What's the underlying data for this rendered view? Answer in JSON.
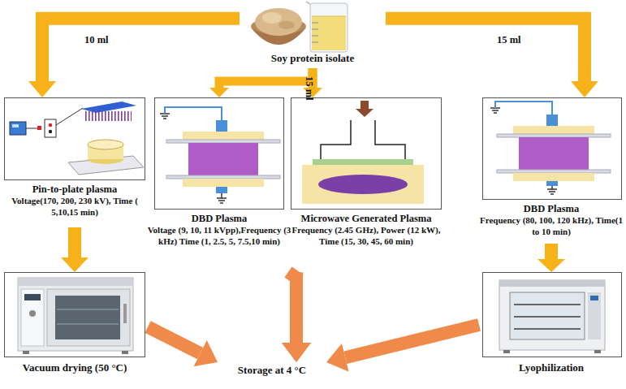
{
  "diagram": {
    "nodes": [
      {
        "text": [
          "Soy protein isolate"
        ]
      },
      {
        "text": [
          "Pin-to-plate plasma",
          "Voltage(170, 200, 230 kV), Time ( 5,10,15 min)"
        ]
      },
      {
        "text": [
          "DBD Plasma",
          "Voltage (9, 10, 11 kVpp),Frequency (3 kHz) Time (1, 2.5, 5, 7.5,10 min)"
        ]
      },
      {
        "text": [
          "Microwave Generated Plasma",
          "Frequency (2.45 GHz), Power (12 kW), Time (15, 30, 45, 60 min)"
        ]
      },
      {
        "text": [
          "DBD Plasma",
          "Frequency (80, 100, 120 kHz), Time(1 to 10 min)"
        ]
      },
      {
        "text": [
          "Vacuum drying (50 °C)"
        ]
      },
      {
        "text": [
          "Lyophilization"
        ]
      },
      {
        "text": [
          "Storage at 4 °C"
        ]
      }
    ],
    "edges": [
      {
        "from": 0,
        "to": 1,
        "label": "10 ml",
        "arrow": "to"
      },
      {
        "from": 0,
        "to": 2,
        "label": "15 ml",
        "arrow": "to"
      },
      {
        "from": 0,
        "to": 3,
        "arrow": "to"
      },
      {
        "from": 0,
        "to": 4,
        "label": "15 ml",
        "arrow": "to"
      },
      {
        "from": 1,
        "to": 5,
        "arrow": "to"
      },
      {
        "from": 4,
        "to": 6,
        "arrow": "to"
      },
      {
        "from": 5,
        "to": 7,
        "arrow": "to"
      },
      {
        "from": 2,
        "to": 7,
        "arrow": "to"
      },
      {
        "from": 3,
        "to": 7,
        "arrow": "to"
      },
      {
        "from": 6,
        "to": 7,
        "arrow": "to"
      }
    ]
  }
}
